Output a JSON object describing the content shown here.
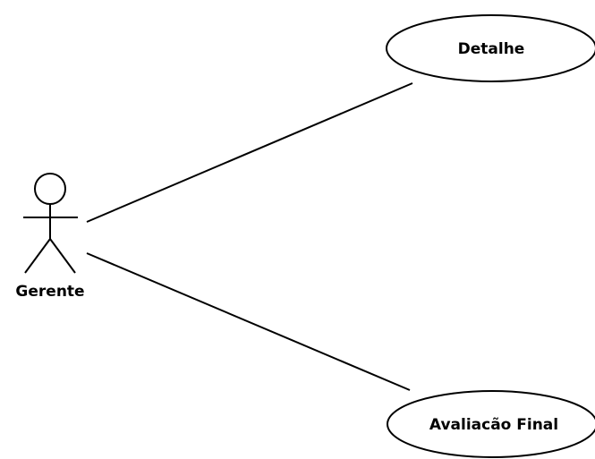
{
  "diagram": {
    "type": "use-case",
    "actor": {
      "name": "Gerente",
      "icon": "stick-figure-icon"
    },
    "use_cases": [
      {
        "label": "Detalhe"
      },
      {
        "label": "Avaliacão Final"
      }
    ],
    "associations": [
      {
        "from": "Gerente",
        "to": "Detalhe"
      },
      {
        "from": "Gerente",
        "to": "Avaliacão Final"
      }
    ],
    "colors": {
      "line": "#000000",
      "background": "#ffffff"
    }
  }
}
